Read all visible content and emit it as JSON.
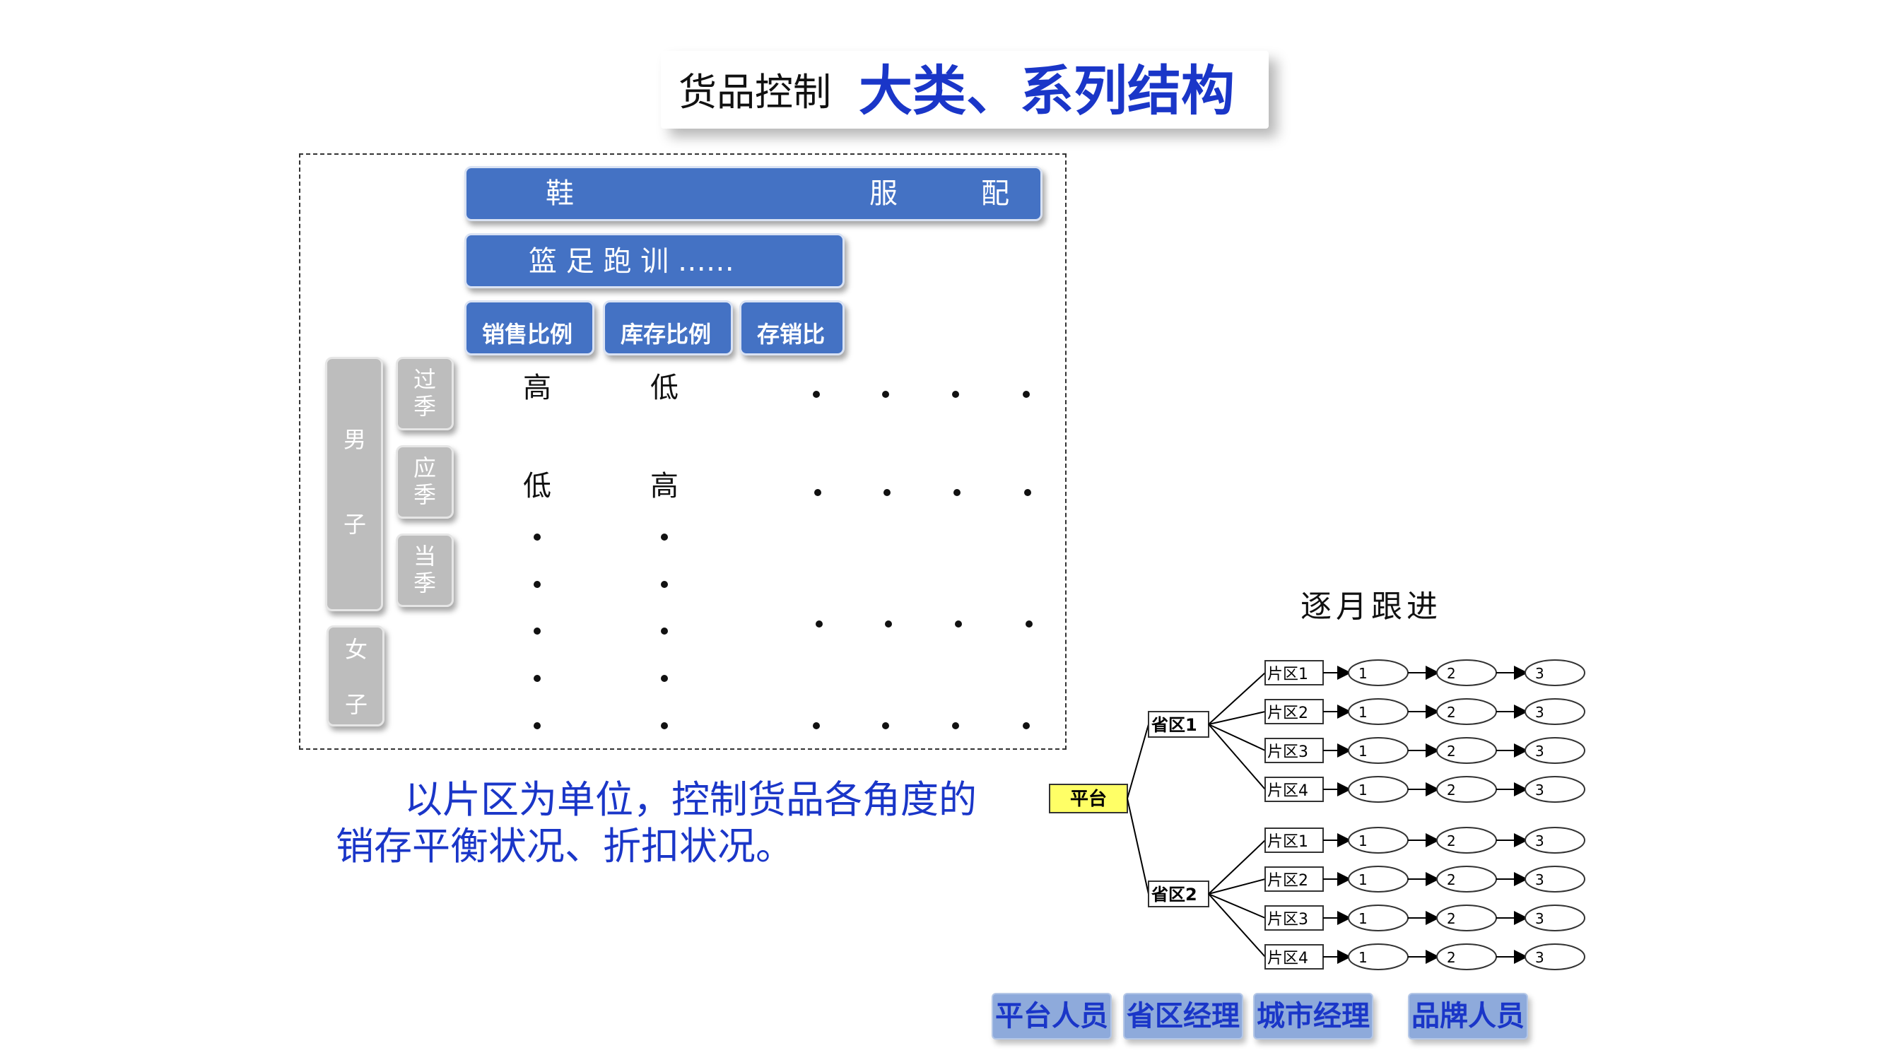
{
  "title": {
    "prefix": "货品控制",
    "main": "大类、系列结构"
  },
  "categories": {
    "shoes": "鞋",
    "apparel": "服",
    "accessories": "配"
  },
  "series": {
    "label": "篮 足 跑 训 ……"
  },
  "metrics": [
    "销售比例",
    "库存比例",
    "存销比"
  ],
  "gender": {
    "male": [
      "男",
      "子"
    ],
    "female": [
      "女",
      "子"
    ]
  },
  "seasons": [
    [
      "过",
      "季"
    ],
    [
      "应",
      "季"
    ],
    [
      "当",
      "季"
    ]
  ],
  "cells": {
    "row1": {
      "sales": "高",
      "stock": "低"
    },
    "row2": {
      "sales": "低",
      "stock": "高"
    }
  },
  "caption": {
    "line1": "以片区为单位，控制货品各角度的",
    "line2": "销存平衡状况、折扣状况。"
  },
  "tree": {
    "title": "逐月跟进",
    "root": "平台",
    "provinces": [
      "省区1",
      "省区2"
    ],
    "districts": [
      "片区1",
      "片区2",
      "片区3",
      "片区4"
    ],
    "months": [
      "1",
      "2",
      "3"
    ]
  },
  "roles": [
    "平台人员",
    "省区经理",
    "城市经理",
    "品牌人员"
  ],
  "colors": {
    "accent_blue": "#1a36c8",
    "bar_blue": "#4472c4",
    "grey": "#bdbdbd",
    "root_yellow": "#ffff66",
    "role_bg": "#8eaadb"
  }
}
